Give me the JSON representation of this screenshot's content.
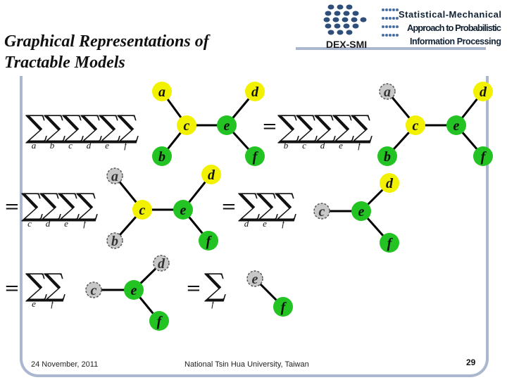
{
  "title": {
    "line1": "Graphical Representations of",
    "line2": "Tractable Models"
  },
  "logo": {
    "left_text": "DEX-SMI",
    "right_lines": [
      "Statistical-Mechanical",
      "Approach to Probabilistic",
      "Information Processing"
    ]
  },
  "footer": {
    "date": "24 November, 2011",
    "institution": "National Tsin Hua University, Taiwan",
    "page": "29"
  },
  "colors": {
    "yellow": "#f2f200",
    "green": "#22c322",
    "gray": "#c8c8c8",
    "frame": "#aab7cf"
  },
  "equations": [
    {
      "id": "eq1",
      "equals": "",
      "sum_subscripts": [
        "a",
        "b",
        "c",
        "d",
        "e",
        "f"
      ],
      "nodes": [
        {
          "label": "a",
          "color": "yellow"
        },
        {
          "label": "d",
          "color": "yellow"
        },
        {
          "label": "c",
          "color": "yellow"
        },
        {
          "label": "e",
          "color": "green"
        },
        {
          "label": "b",
          "color": "green"
        },
        {
          "label": "f",
          "color": "green"
        }
      ]
    },
    {
      "id": "eq2",
      "equals": "=",
      "sum_subscripts": [
        "b",
        "c",
        "d",
        "e",
        "f"
      ],
      "nodes": [
        {
          "label": "a",
          "color": "gray"
        },
        {
          "label": "d",
          "color": "yellow"
        },
        {
          "label": "c",
          "color": "yellow"
        },
        {
          "label": "e",
          "color": "green"
        },
        {
          "label": "b",
          "color": "green"
        },
        {
          "label": "f",
          "color": "green"
        }
      ]
    },
    {
      "id": "eq3",
      "equals": "=",
      "sum_subscripts": [
        "c",
        "d",
        "e",
        "f"
      ],
      "nodes": [
        {
          "label": "a",
          "color": "gray"
        },
        {
          "label": "d",
          "color": "yellow"
        },
        {
          "label": "c",
          "color": "yellow"
        },
        {
          "label": "e",
          "color": "green"
        },
        {
          "label": "b",
          "color": "gray"
        },
        {
          "label": "f",
          "color": "green"
        }
      ]
    },
    {
      "id": "eq4",
      "equals": "=",
      "sum_subscripts": [
        "d",
        "e",
        "f"
      ],
      "nodes": [
        {
          "label": "d",
          "color": "yellow"
        },
        {
          "label": "c",
          "color": "gray"
        },
        {
          "label": "e",
          "color": "green"
        },
        {
          "label": "f",
          "color": "green"
        }
      ]
    },
    {
      "id": "eq5",
      "equals": "=",
      "sum_subscripts": [
        "e",
        "f"
      ],
      "nodes": [
        {
          "label": "d",
          "color": "gray"
        },
        {
          "label": "c",
          "color": "gray"
        },
        {
          "label": "e",
          "color": "green"
        },
        {
          "label": "f",
          "color": "green"
        }
      ]
    },
    {
      "id": "eq6",
      "equals": "=",
      "sum_subscripts": [
        "f"
      ],
      "nodes": [
        {
          "label": "e",
          "color": "gray"
        },
        {
          "label": "f",
          "color": "green"
        }
      ]
    }
  ]
}
